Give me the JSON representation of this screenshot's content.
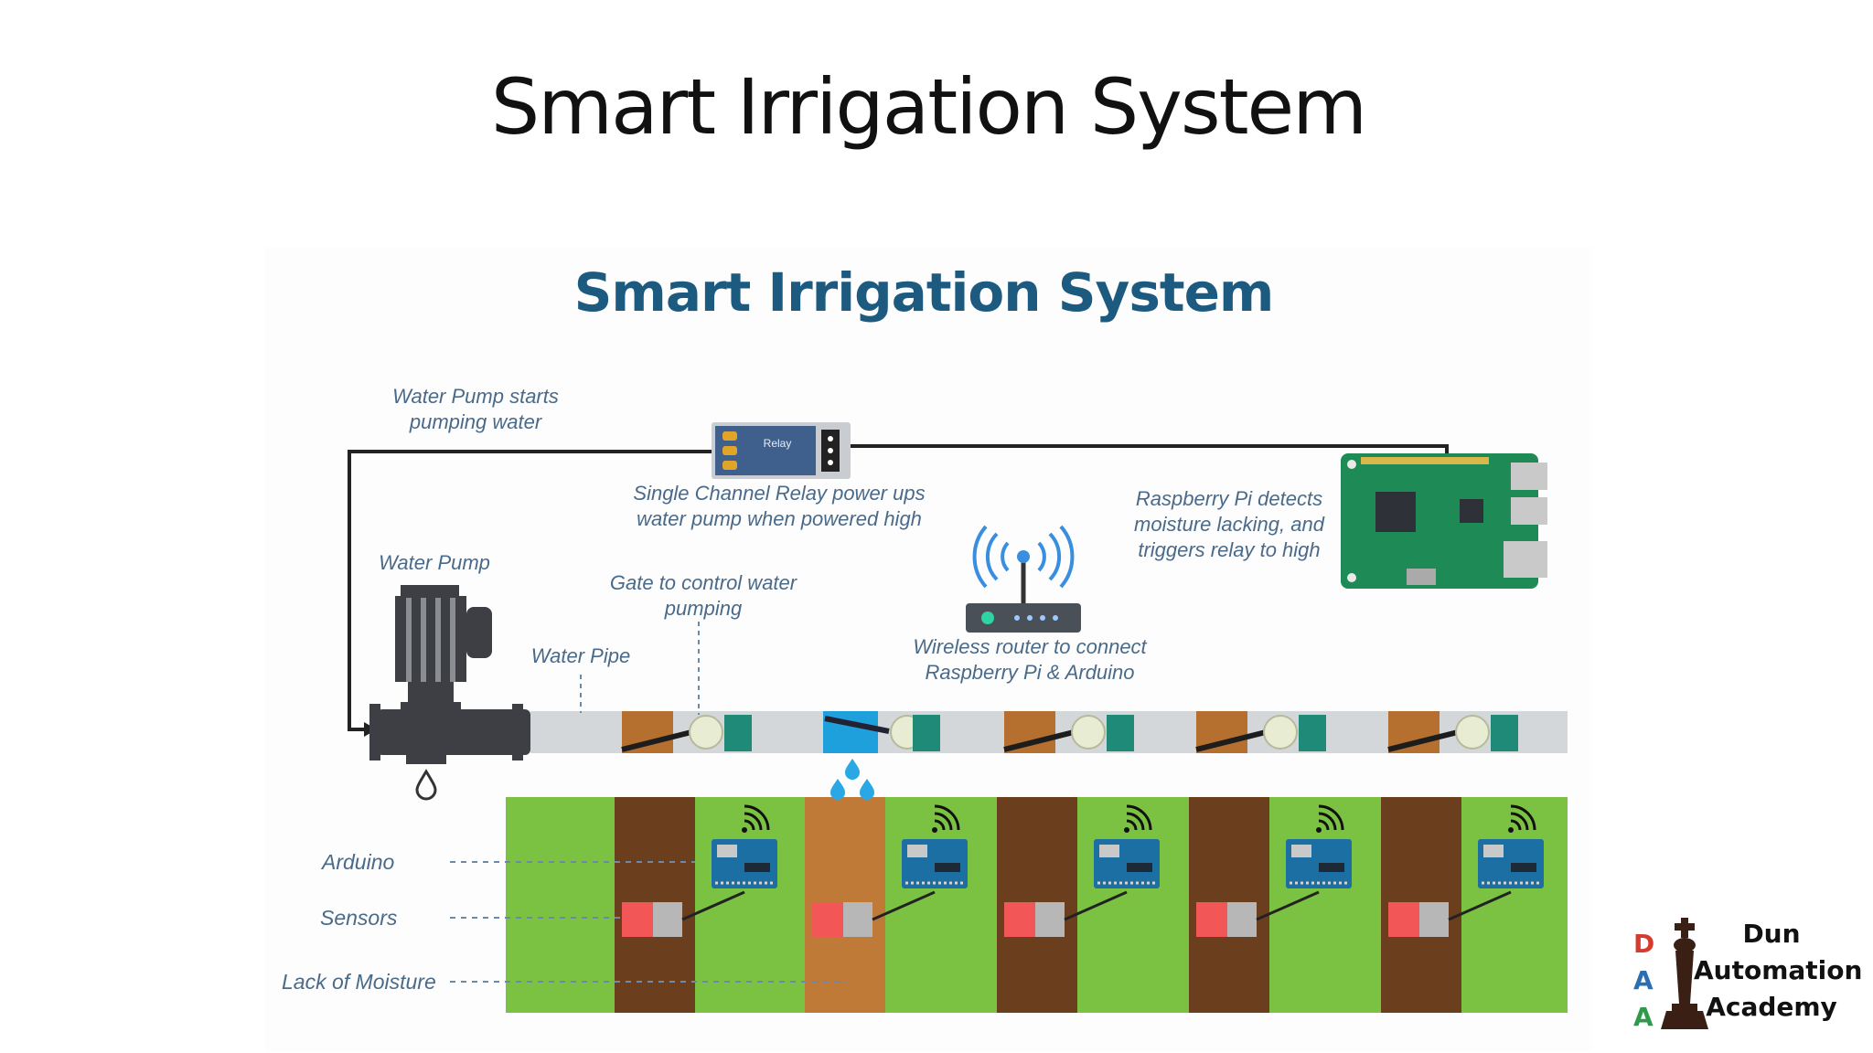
{
  "slide": {
    "title": "Smart Irrigation System"
  },
  "diagram": {
    "title": "Smart Irrigation System",
    "notes": {
      "pump_starts": "Water Pump starts pumping water",
      "relay": "Single Channel Relay power ups water pump when powered high",
      "relay_chip": "Relay",
      "raspberry": "Raspberry Pi detects moisture lacking, and triggers relay to high",
      "water_pump": "Water Pump",
      "gate": "Gate to control water pumping",
      "pipe": "Water Pipe",
      "router": "Wireless router to connect Raspberry Pi & Arduino"
    },
    "legend": {
      "arduino": "Arduino",
      "sensors": "Sensors",
      "lack_moisture": "Lack of Moisture"
    },
    "zones": [
      {
        "gate_open": false,
        "moist": true
      },
      {
        "gate_open": true,
        "moist": false
      },
      {
        "gate_open": false,
        "moist": true
      },
      {
        "gate_open": false,
        "moist": true
      },
      {
        "gate_open": false,
        "moist": true
      }
    ],
    "colors": {
      "title": "#1d5a80",
      "field": "#7cc242",
      "moist_soil": "#6b3f1d",
      "dry_soil": "#c07a37",
      "pipe": "#d4d7da",
      "gate_brown": "#b5702f",
      "gate_teal": "#1f8a78",
      "open_gate": "#1ea0dc",
      "water": "#2aa8e6",
      "sensor_red": "#f25656",
      "sensor_grey": "#b7b7b7"
    }
  },
  "logo": {
    "letters": [
      "D",
      "A",
      "A"
    ],
    "letter_colors": [
      "#d63b2f",
      "#2b6fb3",
      "#2e9a4a"
    ],
    "line1": "Dun",
    "line2": "Automation",
    "line3": "Academy"
  }
}
